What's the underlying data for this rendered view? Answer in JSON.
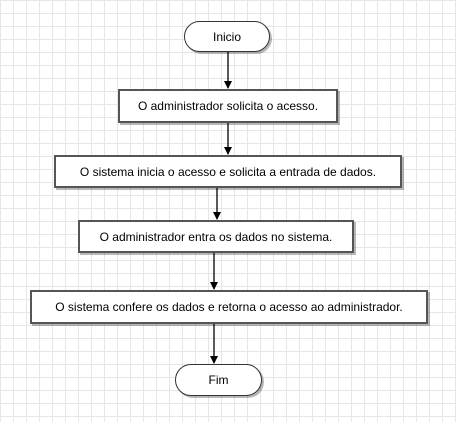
{
  "flowchart": {
    "start": "Inicio",
    "steps": [
      "O administrador solicita o acesso.",
      "O sistema inicia o acesso e solicita a entrada de dados.",
      "O administrador entra os dados no sistema.",
      "O sistema confere os dados e retorna o acesso ao administrador."
    ],
    "end": "Fim"
  },
  "colors": {
    "background": "#ffffff",
    "grid": "#e6e6e6",
    "stroke": "#333333",
    "arrow": "#000000"
  }
}
